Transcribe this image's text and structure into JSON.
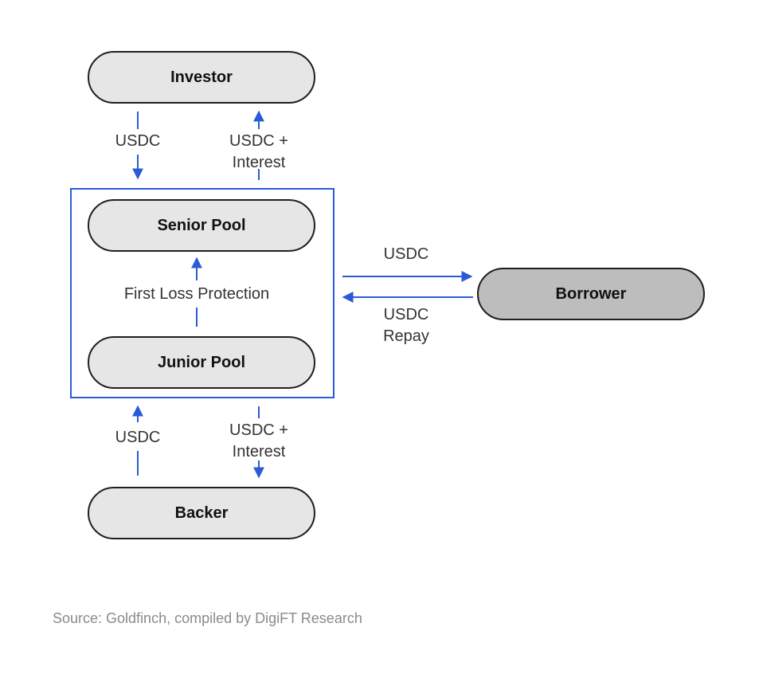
{
  "nodes": {
    "investor": "Investor",
    "senior_pool": "Senior Pool",
    "junior_pool": "Junior Pool",
    "backer": "Backer",
    "borrower": "Borrower"
  },
  "edges": {
    "investor_to_senior": "USDC",
    "senior_to_investor_line1": "USDC +",
    "senior_to_investor_line2": "Interest",
    "junior_to_senior": "First Loss Protection",
    "pool_to_borrower": "USDC",
    "borrower_to_pool_line1": "USDC",
    "borrower_to_pool_line2": "Repay",
    "backer_to_junior": "USDC",
    "junior_to_backer_line1": "USDC +",
    "junior_to_backer_line2": "Interest"
  },
  "colors": {
    "arrow": "#2a5bd7",
    "node_fill": "#e6e6e6",
    "borrower_fill": "#bdbdbd"
  },
  "source": "Source: Goldfinch, compiled by DigiFT Research"
}
